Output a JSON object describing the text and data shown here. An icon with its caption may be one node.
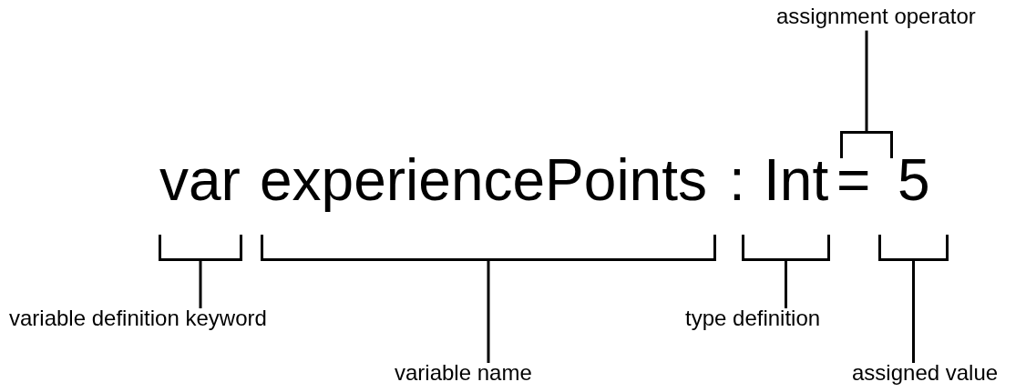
{
  "diagram": {
    "nodes": [
      {
        "text": [
          "assignment operator"
        ]
      },
      {
        "text": [],
        "shape": "bracket"
      },
      {
        "text": [
          "var"
        ]
      },
      {
        "text": [
          "experiencePoints"
        ]
      },
      {
        "text": [
          "Int"
        ]
      },
      {
        "text": [
          "="
        ]
      },
      {
        "text": [
          "5"
        ]
      },
      {
        "text": [],
        "shape": "bracket"
      },
      {
        "text": [],
        "shape": "bracket"
      },
      {
        "text": [],
        "shape": "bracket"
      },
      {
        "text": [],
        "shape": "bracket"
      },
      {
        "text": [
          "variable definition keyword"
        ]
      },
      {
        "text": [
          "type definition"
        ]
      },
      {
        "text": [
          "variable name"
        ]
      },
      {
        "text": [
          "assigned value"
        ]
      }
    ],
    "edges": [
      {
        "from": 0,
        "to": 1,
        "arrow": "none"
      },
      {
        "from": 11,
        "to": 7,
        "arrow": "none"
      },
      {
        "from": 13,
        "to": 8,
        "arrow": "none"
      },
      {
        "from": 12,
        "to": 9,
        "arrow": "none"
      },
      {
        "from": 14,
        "to": 10,
        "arrow": "none"
      }
    ],
    "labels": [
      ":"
    ]
  }
}
